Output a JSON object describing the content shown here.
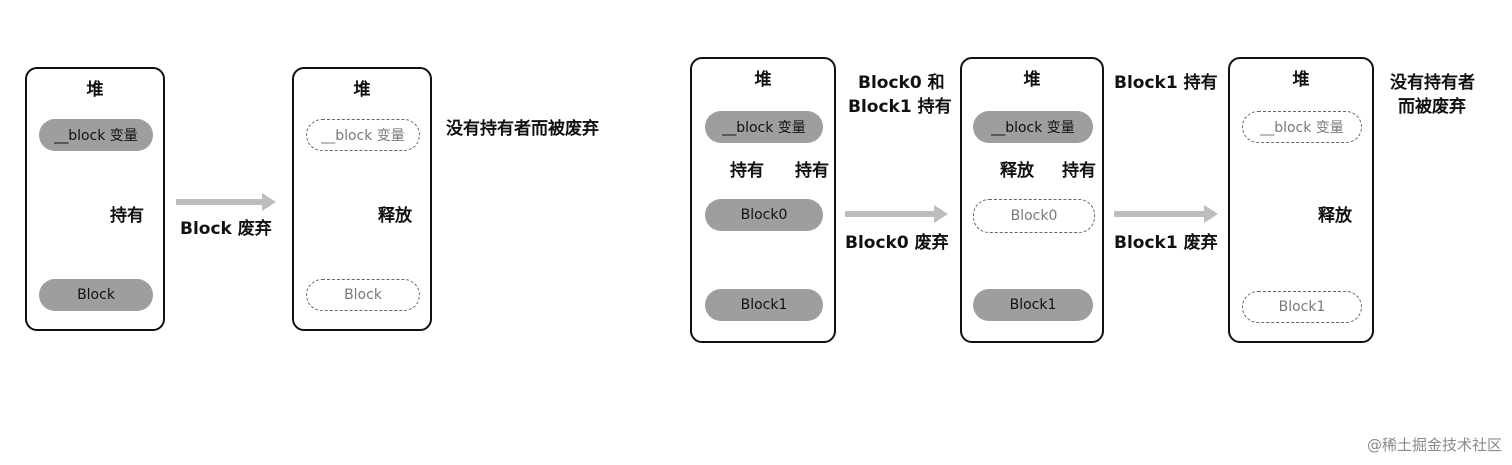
{
  "heap_label": "堆",
  "block_var": "__block 变量",
  "block": "Block",
  "block0": "Block0",
  "block1": "Block1",
  "hold": "持有",
  "release": "释放",
  "release_hold": "释放",
  "block_discard": "Block 废弃",
  "block0_discard": "Block0 废弃",
  "block1_discard": "Block1 废弃",
  "discarded_no_owner": "没有持有者而被废弃",
  "block0_and_line1": "Block0 和",
  "block0_and_line2": "Block1 持有",
  "block1_holds": "Block1 持有",
  "discarded_line1": "没有持有者",
  "discarded_line2": "而被废弃",
  "watermark": "@稀土掘金技术社区",
  "colors": {
    "solid_pill": "#9e9e9e",
    "arrow_gray": "#bdbdbd",
    "ink": "#111111"
  }
}
